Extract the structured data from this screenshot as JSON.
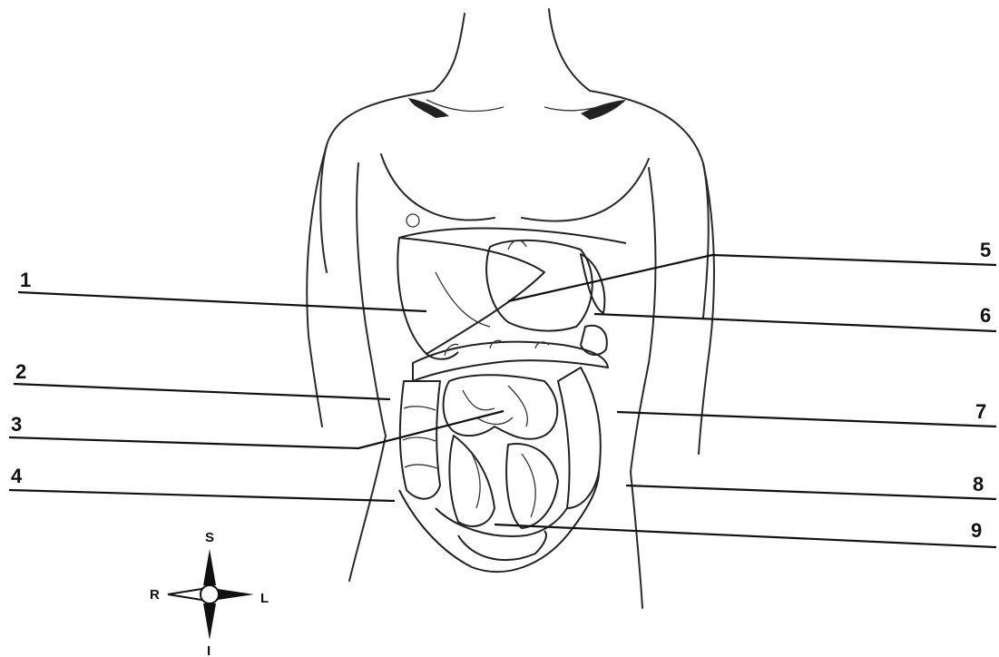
{
  "labels": [
    "1",
    "2",
    "3",
    "4",
    "5",
    "6",
    "7",
    "8",
    "9"
  ],
  "compass": {
    "top": "S",
    "bottom": "I",
    "left": "R",
    "right": "L"
  }
}
